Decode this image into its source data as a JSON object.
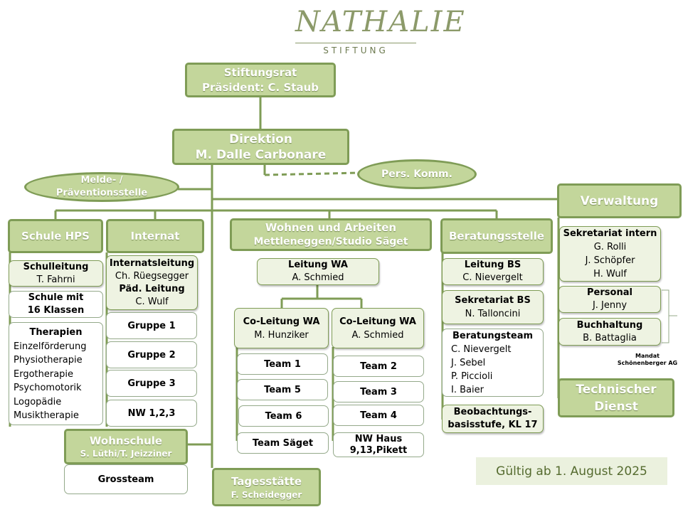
{
  "logo": {
    "name": "NATHALIE",
    "subtitle": "STIFTUNG"
  },
  "stiftungsrat": {
    "line1": "Stiftungsrat",
    "line2": "Präsident: C. Staub"
  },
  "direktion": {
    "line1": "Direktion",
    "line2": "M. Dalle Carbonare"
  },
  "melde": {
    "line1": "Melde- /",
    "line2": "Präventionsstelle"
  },
  "pers_komm": "Pers. Komm.",
  "schule": {
    "title": "Schule HPS",
    "leitung": {
      "title": "Schulleitung",
      "name": "T. Fahrni"
    },
    "klassen": {
      "line1": "Schule mit",
      "line2": "16 Klassen"
    },
    "therapien": {
      "title": "Therapien",
      "items": [
        "Einzelförderung",
        "Physiotherapie",
        "Ergotherapie",
        "Psychomotorik",
        "Logopädie",
        "Musiktherapie"
      ]
    }
  },
  "wohnschule": {
    "title": "Wohnschule",
    "names": "S. Lüthi/T. Jeizziner"
  },
  "grossteam": "Grossteam",
  "internat": {
    "title": "Internat",
    "leitung_title": "Internatsleitung",
    "leitung_name": "Ch. Rüegsegger",
    "paed_title": "Päd. Leitung",
    "paed_name": "C. Wulf",
    "groups": [
      "Gruppe 1",
      "Gruppe 2",
      "Gruppe 3",
      "NW 1,2,3"
    ]
  },
  "tagesstaette": {
    "title": "Tagesstätte",
    "name": "F. Scheidegger"
  },
  "wohnen": {
    "title": "Wohnen und Arbeiten",
    "subtitle": "Mettleneggen/Studio Säget",
    "leitung": {
      "title": "Leitung WA",
      "name": "A. Schmied"
    },
    "co1": {
      "title": "Co-Leitung WA",
      "name": "M. Hunziker",
      "teams": [
        "Team 1",
        "Team 5",
        "Team 6",
        "Team Säget"
      ]
    },
    "co2": {
      "title": "Co-Leitung WA",
      "name": "A. Schmied",
      "teams": [
        "Team 2",
        "Team 3",
        "Team 4"
      ],
      "nw_line1": "NW Haus",
      "nw_line2": "9,13,Pikett"
    }
  },
  "beratung": {
    "title": "Beratungsstelle",
    "leitung": {
      "title": "Leitung BS",
      "name": "C. Nievergelt"
    },
    "sekretariat": {
      "title": "Sekretariat BS",
      "name": "N. Talloncini"
    },
    "team": {
      "title": "Beratungsteam",
      "members": [
        "C. Nievergelt",
        "J. Sebel",
        "P. Piccioli",
        "I. Baier"
      ]
    },
    "beob": {
      "line1": "Beobachtungs-",
      "line2": "basisstufe, KL 17"
    }
  },
  "verwaltung": {
    "title": "Verwaltung",
    "sekretariat": {
      "title": "Sekretariat intern",
      "names": [
        "G. Rolli",
        "J. Schöpfer",
        "H. Wulf"
      ]
    },
    "personal": {
      "title": "Personal",
      "name": "J. Jenny"
    },
    "buchhaltung": {
      "title": "Buchhaltung",
      "name": "B. Battaglia"
    },
    "mandat_line1": "Mandat",
    "mandat_line2": "Schönenberger AG"
  },
  "technischer_dienst": {
    "line1": "Technischer",
    "line2": "Dienst"
  },
  "valid": "Gültig ab 1. August 2025",
  "colors": {
    "accent": "#7f9c56",
    "fill": "#c3d69b",
    "light": "#eef3e2",
    "note_bg": "#ebf1de"
  }
}
